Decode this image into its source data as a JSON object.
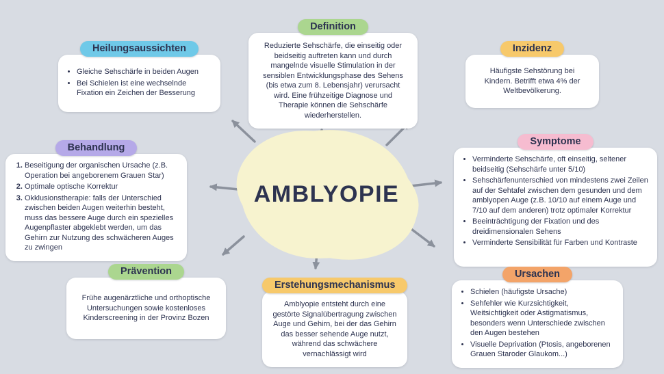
{
  "canvas": {
    "background": "#d8dce3",
    "card_color": "#ffffff",
    "text_color": "#2d3350",
    "arrow_color": "#8b919c"
  },
  "center": {
    "title": "AMBLYOPIE",
    "blob_color": "#f7f3cf"
  },
  "nodes": {
    "heilungsaussichten": {
      "title": "Heilungsaussichten",
      "pill_color": "#6fc9e8",
      "items": [
        "Gleiche Sehschärfe in beiden Augen",
        "Bei Schielen ist eine wechselnde Fixation ein Zeichen der Besserung"
      ]
    },
    "definition": {
      "title": "Definition",
      "pill_color": "#abd68f",
      "text": "Reduzierte Sehschärfe, die einseitig oder beidseitig auftreten kann und durch mangelnde visuelle Stimulation in der sensiblen Entwicklungsphase des Sehens (bis etwa zum 8. Lebensjahr) verursacht wird. Eine frühzeitige Diagnose und Therapie können die Sehschärfe wiederherstellen."
    },
    "inzidenz": {
      "title": "Inzidenz",
      "pill_color": "#f7c96b",
      "text": "Häufigste Sehstörung bei Kindern. Betrifft etwa 4% der Weltbevölkerung."
    },
    "behandlung": {
      "title": "Behandlung",
      "pill_color": "#b5a9e8",
      "items": [
        "Beseitigung der organischen Ursache (z.B. Operation bei angeborenem Grauen Star)",
        "Optimale optische Korrektur",
        "Okklusionstherapie: falls der Unterschied zwischen beiden Augen weiterhin besteht, muss das bessere Auge durch ein spezielles Augenpflaster abgeklebt werden, um das Gehirn zur Nutzung des schwächeren Auges zu zwingen"
      ]
    },
    "symptome": {
      "title": "Symptome",
      "pill_color": "#f6bcd0",
      "items": [
        "Verminderte Sehschärfe, oft einseitig, seltener beidseitig (Sehschärfe unter 5/10)",
        "Sehschärfenunterschied von mindestens zwei Zeilen auf der Sehtafel zwischen dem gesunden und dem amblyopen Auge (z.B. 10/10 auf einem Auge und 7/10 auf dem anderen) trotz optimaler Korrektur",
        "Beeinträchtigung der Fixation und des dreidimensionalen Sehens",
        "Verminderte Sensibilität für Farben und Kontraste"
      ]
    },
    "praevention": {
      "title": "Prävention",
      "pill_color": "#abd68f",
      "text": "Frühe augenärztliche und orthoptische Untersuchungen sowie kostenloses Kinderscreening in der Provinz Bozen"
    },
    "erstehungsmechanismus": {
      "title": "Erstehungsmechanismus",
      "pill_color": "#f7c96b",
      "text": "Amblyopie entsteht durch eine gestörte Signalübertragung zwischen Auge und Gehirn, bei der das Gehirn das besser sehende Auge nutzt, während das schwächere vernachlässigt wird"
    },
    "ursachen": {
      "title": "Ursachen",
      "pill_color": "#f3a469",
      "items": [
        "Schielen (häufigste Ursache)",
        "Sehfehler wie Kurzsichtigkeit, Weitsichtigkeit oder Astigmatismus, besonders wenn Unterschiede zwischen den Augen bestehen",
        "Visuelle Deprivation (Ptosis, angeborenen Grauen Staroder Glaukom...)"
      ]
    }
  }
}
